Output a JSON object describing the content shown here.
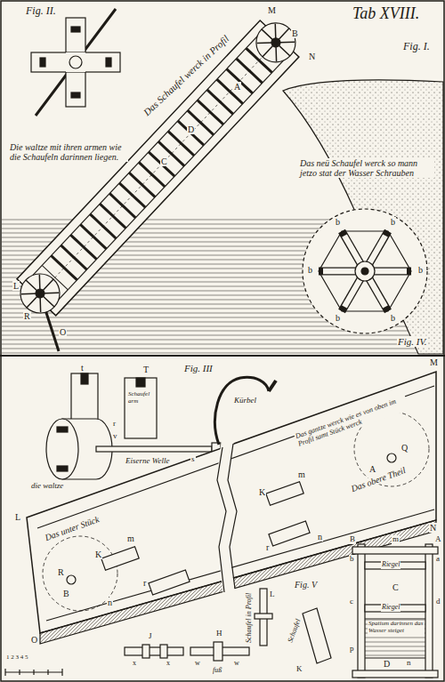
{
  "diagram": {
    "title": "Tab XVIII.",
    "labels": [
      "Fig. II.",
      "Fig. I.",
      "Das Schaufel werck in Profil",
      "Die waltze mit ihren armen wie die Schaufeln darinnen liegen.",
      "Das neü Schaufel werck so mann jetzo stat der Wasser Schrauben",
      "Fig. IV.",
      "M",
      "B",
      "N",
      "A",
      "L",
      "R",
      "O",
      "C",
      "D",
      "b",
      "b",
      "b",
      "b",
      "b",
      "b",
      "Fig. III",
      "t",
      "T",
      "Schaufel arm",
      "r",
      "v",
      "s",
      "Eiserne Welle",
      "Kürbel",
      "die waltze",
      "M",
      "L",
      "N",
      "O",
      "Das unter Stück",
      "Das gantze werck wie es von oben im Profil samt Stück werck",
      "Das obere Theil",
      "A",
      "Q",
      "K",
      "m",
      "r",
      "n",
      "R",
      "B",
      "K",
      "m",
      "r",
      "n",
      "Fig. V",
      "Schaufel in Profil",
      "L",
      "Schaufel",
      "K",
      "J",
      "H",
      "x",
      "x",
      "w",
      "w",
      "fuß",
      "1 2 3 4 5",
      "A",
      "B",
      "a",
      "b",
      "m",
      "Riegel",
      "C",
      "Riegel",
      "Spatium darinnen das Wasser steiget",
      "D",
      "n",
      "c",
      "d",
      "p"
    ]
  }
}
